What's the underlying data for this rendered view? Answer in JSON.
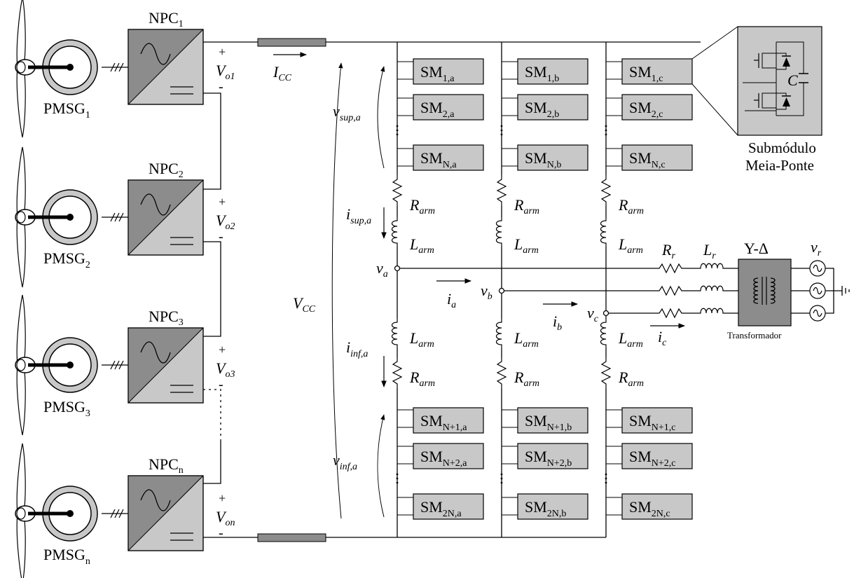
{
  "generators": [
    {
      "npc": "NPC",
      "npc_sub": "1",
      "pmsg": "PMSG",
      "pmsg_sub": "1",
      "plus": "+",
      "minus": "-",
      "vo": "V",
      "vo_sub": "o1"
    },
    {
      "npc": "NPC",
      "npc_sub": "2",
      "pmsg": "PMSG",
      "pmsg_sub": "2",
      "plus": "+",
      "minus": "-",
      "vo": "V",
      "vo_sub": "o2"
    },
    {
      "npc": "NPC",
      "npc_sub": "3",
      "pmsg": "PMSG",
      "pmsg_sub": "3",
      "plus": "+",
      "minus": "-",
      "vo": "V",
      "vo_sub": "o3"
    },
    {
      "npc": "NPC",
      "npc_sub": "n",
      "pmsg": "PMSG",
      "pmsg_sub": "n",
      "plus": "+",
      "minus": "-",
      "vo": "V",
      "vo_sub": "on"
    }
  ],
  "dc_link": {
    "icc": "I",
    "icc_sub": "CC",
    "vcc": "V",
    "vcc_sub": "CC"
  },
  "arm_voltages": {
    "vsup": "v",
    "vsup_sub": "sup,a",
    "vinf": "v",
    "vinf_sub": "inf,a"
  },
  "arm_currents": {
    "isup": "i",
    "isup_sub": "sup,a",
    "iinf": "i",
    "iinf_sub": "inf,a"
  },
  "submodules": {
    "upper": [
      {
        "main": "SM",
        "subs": [
          "1,a",
          "1,b",
          "1,c"
        ]
      },
      {
        "main": "SM",
        "subs": [
          "2,a",
          "2,b",
          "2,c"
        ]
      },
      {
        "main": "SM",
        "subs": [
          "N,a",
          "N,b",
          "N,c"
        ]
      }
    ],
    "lower": [
      {
        "main": "SM",
        "subs": [
          "N+1,a",
          "N+1,b",
          "N+1,c"
        ]
      },
      {
        "main": "SM",
        "subs": [
          "N+2,a",
          "N+2,b",
          "N+2,c"
        ]
      },
      {
        "main": "SM",
        "subs": [
          "2N,a",
          "2N,b",
          "2N,c"
        ]
      }
    ]
  },
  "arm_elements": {
    "r": "R",
    "r_sub": "arm",
    "l": "L",
    "l_sub": "arm"
  },
  "phases": [
    {
      "v": "v",
      "v_sub": "a",
      "i": "i",
      "i_sub": "a"
    },
    {
      "v": "v",
      "v_sub": "b",
      "i": "i",
      "i_sub": "b"
    },
    {
      "v": "v",
      "v_sub": "c",
      "i": "i",
      "i_sub": "c"
    }
  ],
  "grid": {
    "rr": "R",
    "rr_sub": "r",
    "lr": "L",
    "lr_sub": "r",
    "vr": "v",
    "vr_sub": "r",
    "transformer_title": "Y-Δ",
    "transformer_caption": "Transformador"
  },
  "submodule_detail": {
    "line1": "Submódulo",
    "line2": "Meia-Ponte",
    "cap": "C"
  }
}
